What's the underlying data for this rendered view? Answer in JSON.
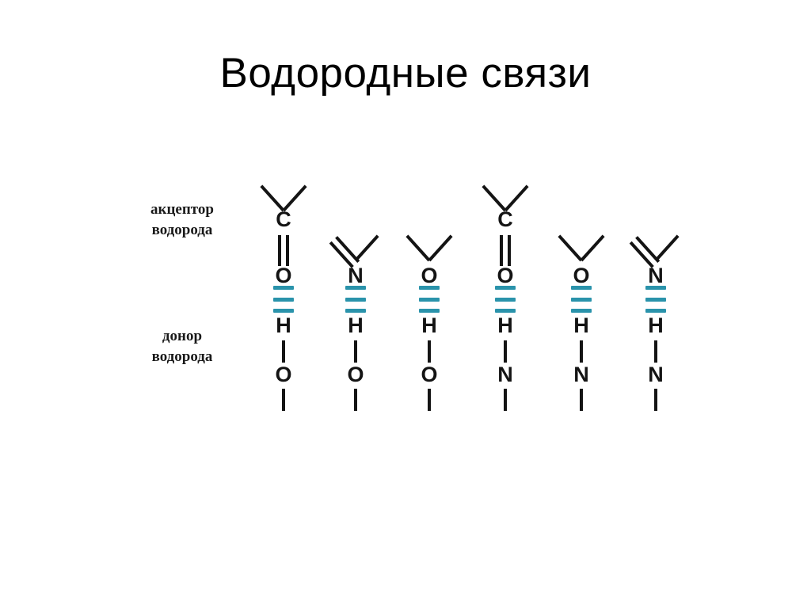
{
  "slide": {
    "title": "Водородные связи",
    "background_color": "#ffffff",
    "text_color": "#141414",
    "hydrogen_bond_color": "#2a93ab"
  },
  "labels": {
    "acceptor": "акцептор\nводорода",
    "donor": "донор\nводорода"
  },
  "diagram": {
    "description": "Шесть примеров водородных связей между акцептором и донором водорода",
    "columns": [
      {
        "id": 1,
        "acceptor_top_atom": "C",
        "acceptor_top_bond": "double",
        "acceptor_atom": "O",
        "hydrogen": "H",
        "donor_atom": "O",
        "dash_count": 3
      },
      {
        "id": 2,
        "acceptor_top_atom": "",
        "acceptor_top_bond": "double",
        "acceptor_atom": "N",
        "hydrogen": "H",
        "donor_atom": "O",
        "dash_count": 3
      },
      {
        "id": 3,
        "acceptor_top_atom": "",
        "acceptor_top_bond": "single",
        "acceptor_atom": "O",
        "hydrogen": "H",
        "donor_atom": "O",
        "dash_count": 3
      },
      {
        "id": 4,
        "acceptor_top_atom": "C",
        "acceptor_top_bond": "double",
        "acceptor_atom": "O",
        "hydrogen": "H",
        "donor_atom": "N",
        "dash_count": 3
      },
      {
        "id": 5,
        "acceptor_top_atom": "",
        "acceptor_top_bond": "single",
        "acceptor_atom": "O",
        "hydrogen": "H",
        "donor_atom": "N",
        "dash_count": 3
      },
      {
        "id": 6,
        "acceptor_top_atom": "",
        "acceptor_top_bond": "double",
        "acceptor_atom": "N",
        "hydrogen": "H",
        "donor_atom": "N",
        "dash_count": 3
      }
    ]
  }
}
